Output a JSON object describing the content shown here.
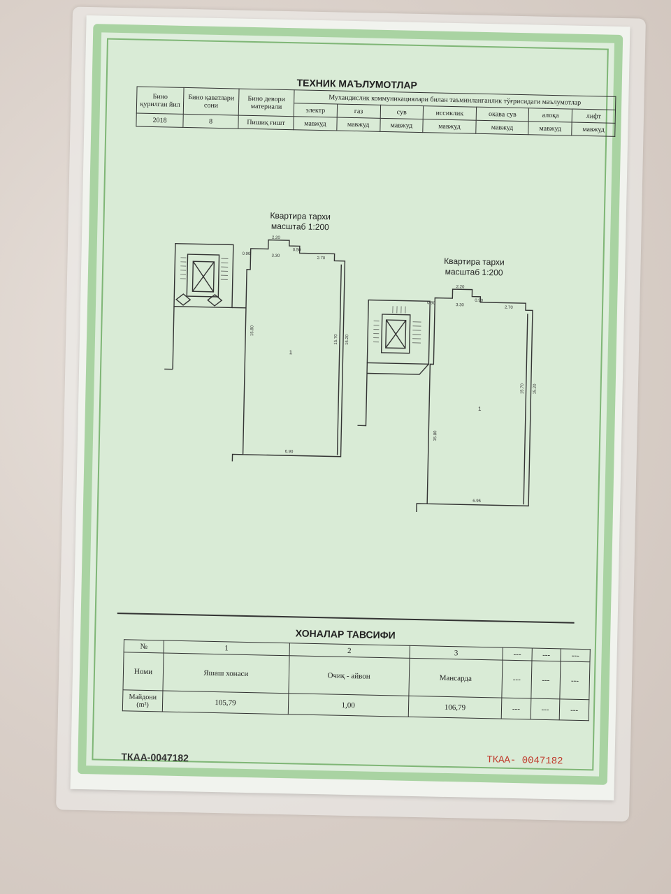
{
  "document": {
    "title": "ТЕХНИК МАЪЛУМОТЛАР",
    "tech_table": {
      "year_header": "Бино қурилган йил",
      "floors_header": "Бино қаватлари сони",
      "wall_header": "Бино девори материали",
      "utilities_header": "Мухандислик коммуникациялари билан таъминланганлик тўғрисидаги маълумотлар",
      "year_value": "2018",
      "floors_value": "8",
      "wall_value": "Пишиқ ғишт",
      "utilities": [
        {
          "name": "электр",
          "value": "мавжуд"
        },
        {
          "name": "газ",
          "value": "мавжуд"
        },
        {
          "name": "сув",
          "value": "мавжуд"
        },
        {
          "name": "иссиклик",
          "value": "мавжуд"
        },
        {
          "name": "окава сув",
          "value": "мавжуд"
        },
        {
          "name": "алоқа",
          "value": "мавжуд"
        },
        {
          "name": "лифт",
          "value": "мавжуд"
        }
      ]
    },
    "plan_left": {
      "title": "Квартира тархи",
      "scale": "масштаб 1:200",
      "room_number": "1",
      "dim_width": "6.90",
      "dim_top": "2.20",
      "dim_a": "0.90",
      "dim_b": "0.50",
      "dim_c": "3.30",
      "dim_d": "2.70",
      "dim_len_left": "15.80",
      "dim_len_right": "15.70",
      "dim_len_right2": "15.20"
    },
    "plan_right": {
      "title": "Квартира тархи",
      "scale": "масштаб 1:200",
      "room_number": "1",
      "dim_width": "6.95",
      "dim_top": "2.20",
      "dim_a": "0.90",
      "dim_b": "0.90",
      "dim_c": "3.30",
      "dim_d": "2.70",
      "dim_len_left": "15.80",
      "dim_len_right": "15.70",
      "dim_len_right2": "15.20"
    },
    "rooms_title": "ХОНАЛАР ТАВСИФИ",
    "rooms_table": {
      "no_label": "№",
      "name_label": "Номи",
      "area_label": "Майдони (m²)",
      "columns": [
        {
          "no": "1",
          "name": "Яшаш хонаси",
          "area": "105,79"
        },
        {
          "no": "2",
          "name": "Очиқ - айвон",
          "area": "1,00"
        },
        {
          "no": "3",
          "name": "Мансарда",
          "area": "106,79"
        },
        {
          "no": "---",
          "name": "---",
          "area": "---"
        },
        {
          "no": "---",
          "name": "---",
          "area": "---"
        },
        {
          "no": "---",
          "name": "---",
          "area": "---"
        }
      ]
    },
    "serial_left": "ТКАА-0047182",
    "serial_right": "ТКАА-   0047182",
    "colors": {
      "border": "#a9d3a2",
      "paper": "#d9ebd6",
      "serial_red": "#c0392b"
    }
  }
}
